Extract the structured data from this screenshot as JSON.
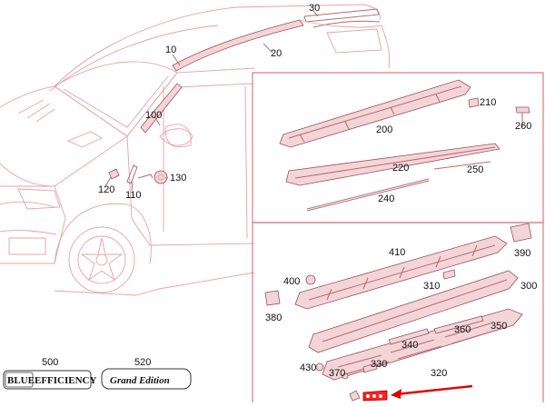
{
  "diagram": {
    "callouts": {
      "c10": "10",
      "c20": "20",
      "c30": "30",
      "c100": "100",
      "c110": "110",
      "c120": "120",
      "c130": "130",
      "c200": "200",
      "c210": "210",
      "c220": "220",
      "c240": "240",
      "c250": "250",
      "c260": "260",
      "c300": "300",
      "c310": "310",
      "c320": "320",
      "c330": "330",
      "c340": "340",
      "c350": "350",
      "c360": "360",
      "c370": "370",
      "c380": "380",
      "c390": "390",
      "c400": "400",
      "c410": "410",
      "c430": "430",
      "c500": "500",
      "c520": "520"
    },
    "badges": {
      "blue": "BLUE",
      "efficiency": "EFFICIENCY",
      "grand_edition": "Grand Edition"
    }
  },
  "colors": {
    "line_art": "#e7a0a8",
    "frame": "#e07884",
    "highlight_arrow": "#e00000"
  }
}
